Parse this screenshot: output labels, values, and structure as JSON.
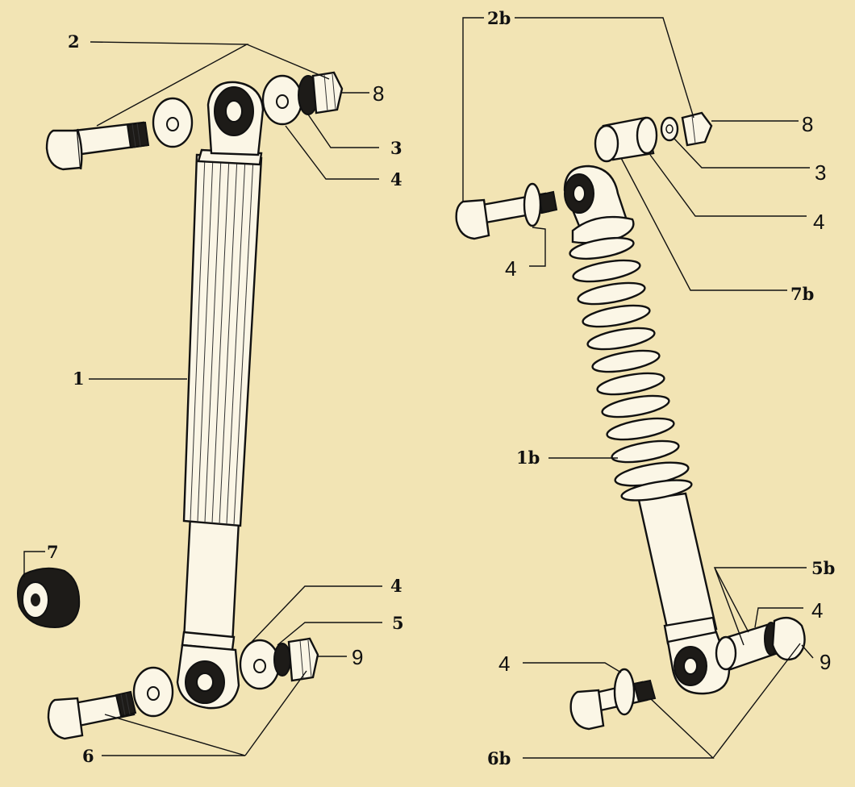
{
  "labels": {
    "l2": "2",
    "l8a": "8",
    "l3a": "3",
    "l4a": "4",
    "l1": "1",
    "l7": "7",
    "l4b": "4",
    "l5": "5",
    "l9a": "9",
    "l6": "6",
    "l2b": "2b",
    "l8b": "8",
    "l3b": "3",
    "l4c": "4",
    "l4d": "4",
    "l7b": "7b",
    "l1b": "1b",
    "l5b": "5b",
    "l4e": "4",
    "l4f": "4",
    "l9b": "9",
    "l6b": "6b"
  },
  "colors": {
    "background": "#f2e4b4",
    "ink": "#111111",
    "part_fill": "#fbf6e6",
    "rubber": "#1d1b18"
  }
}
